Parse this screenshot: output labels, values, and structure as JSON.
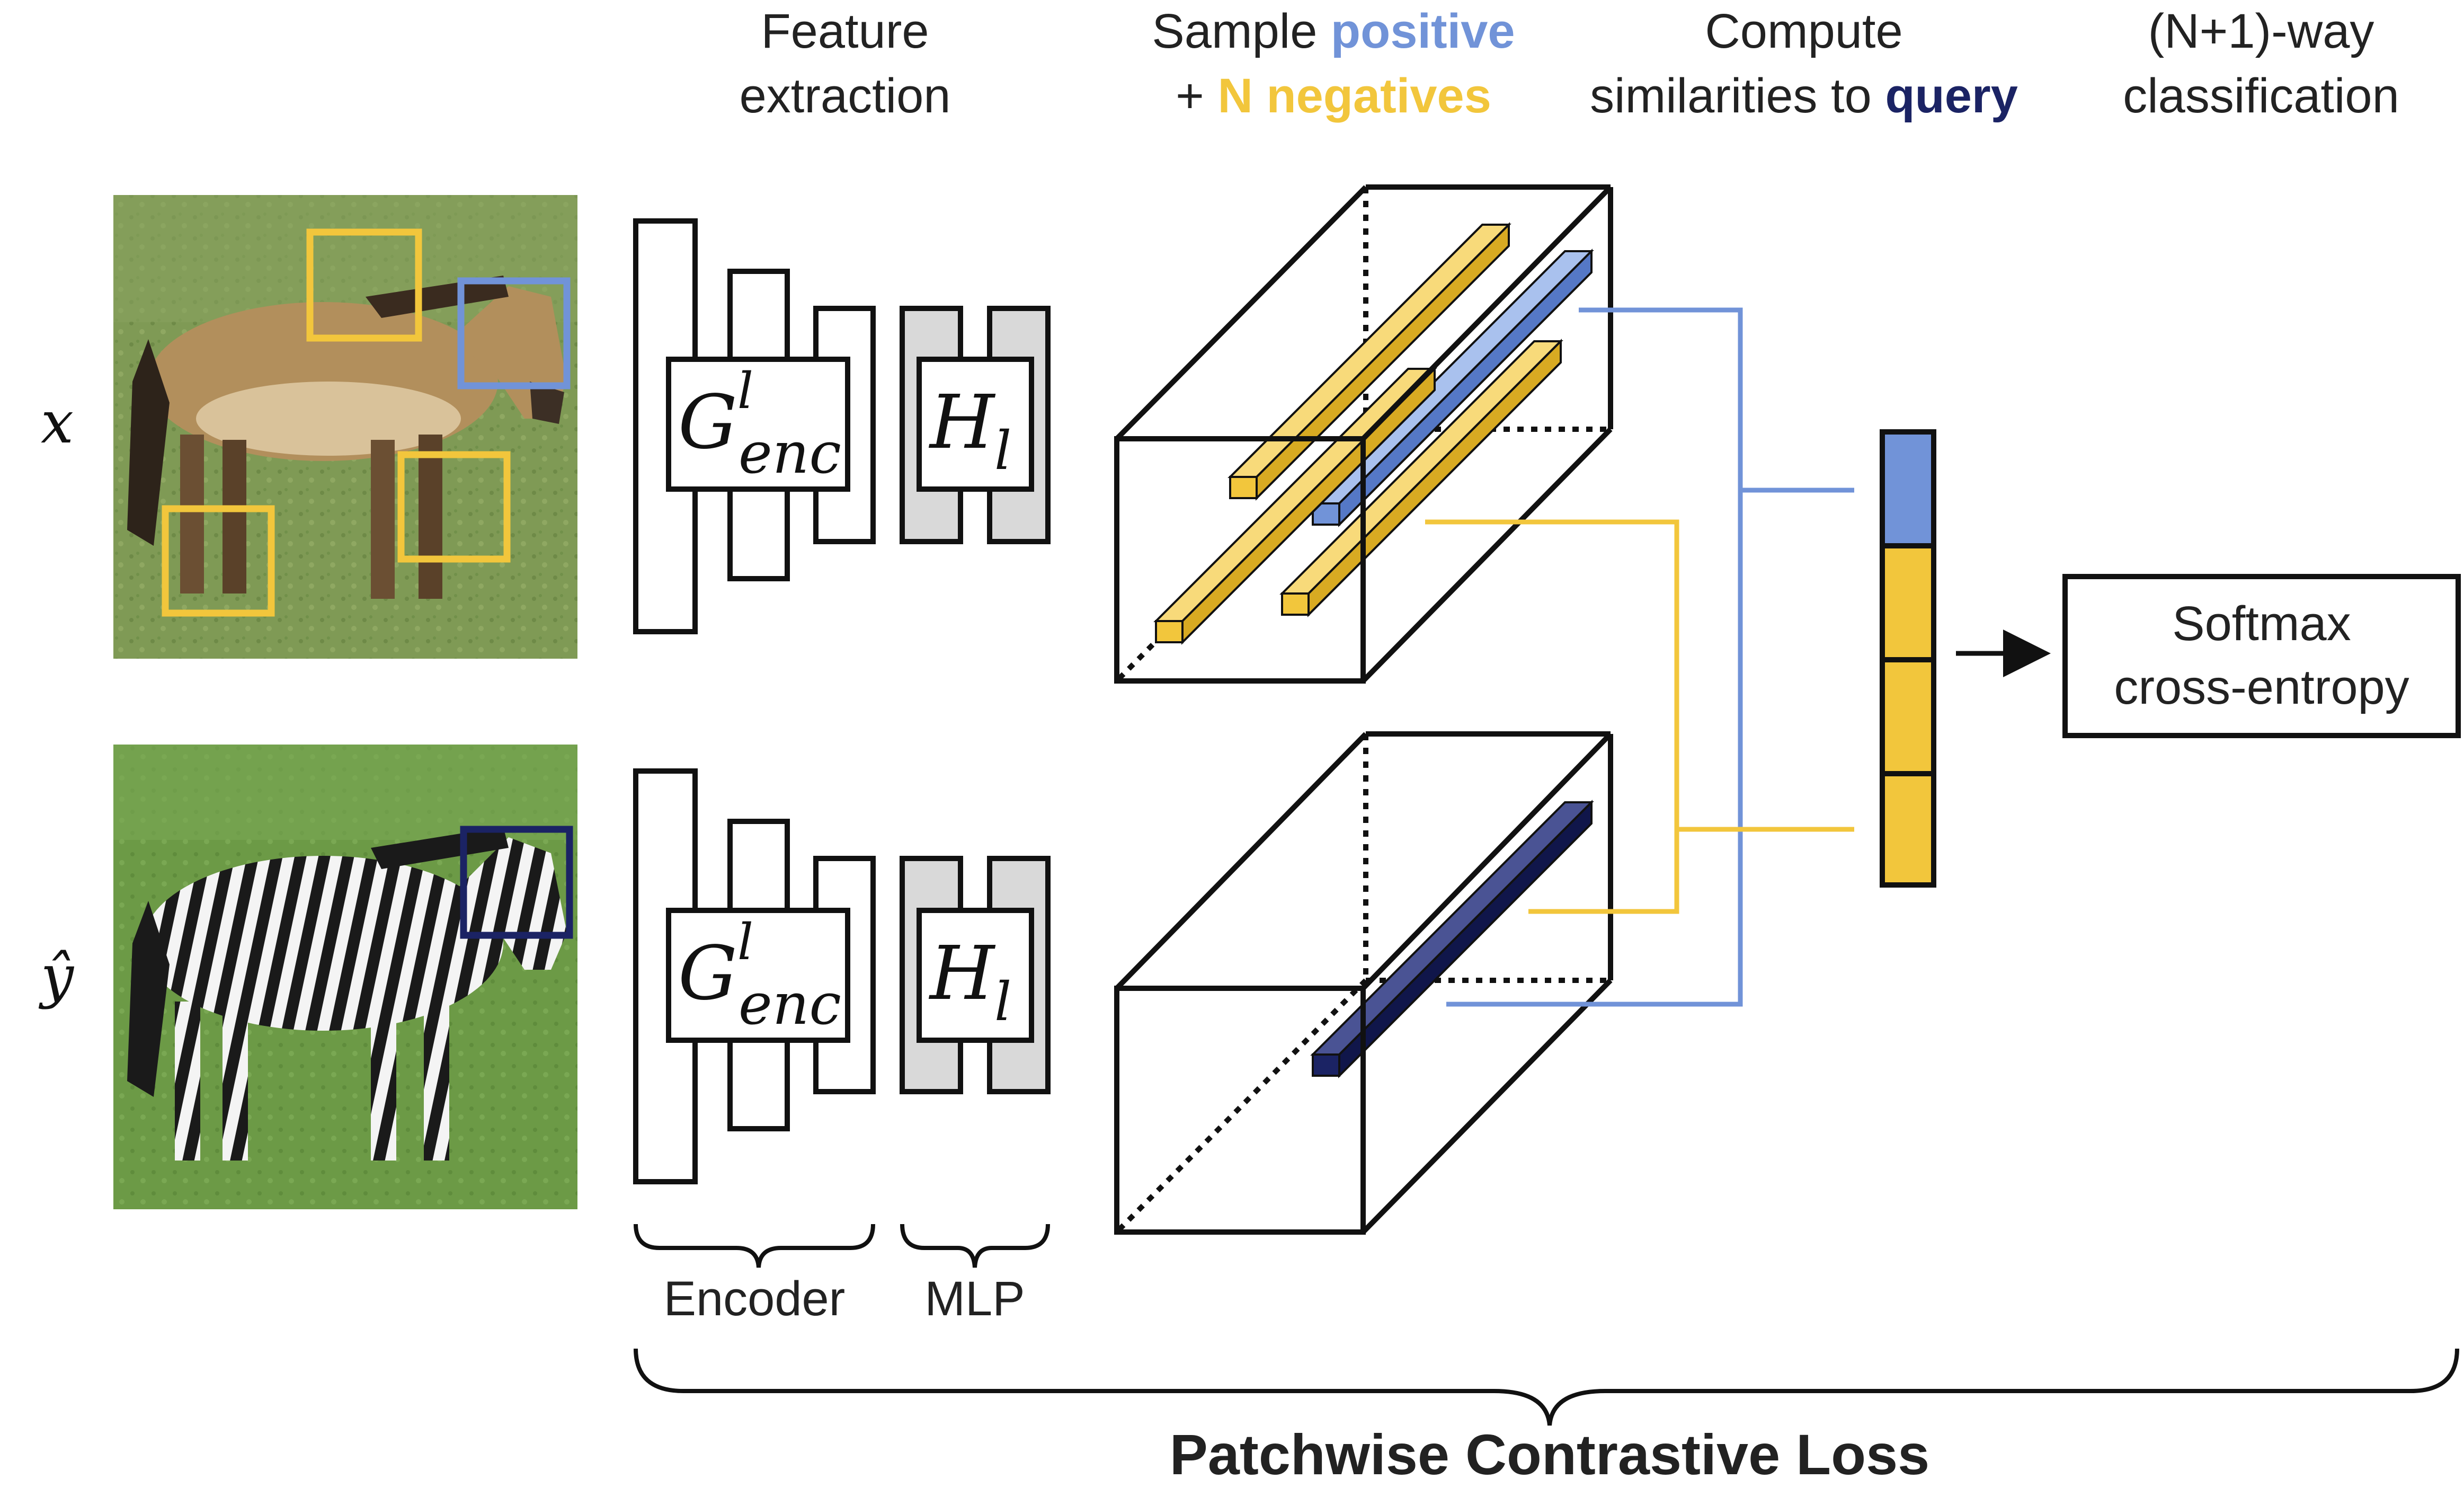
{
  "headers": {
    "feature_extraction": [
      "Feature",
      "extraction"
    ],
    "sample": {
      "line1_prefix": "Sample ",
      "line1_highlight": "positive",
      "line2_prefix": "+ ",
      "line2_highlight": "N negatives"
    },
    "compute": {
      "line1": "Compute",
      "line2_prefix": "similarities to ",
      "line2_highlight": "query"
    },
    "classification": [
      "(N+1)-way",
      "classification"
    ]
  },
  "rows": {
    "top_label": "x",
    "bottom_label": "ŷ"
  },
  "images": {
    "top": "horse",
    "bottom": "zebra"
  },
  "encoder": {
    "symbol": "G",
    "superscript": "l",
    "subscript": "enc"
  },
  "mlp": {
    "symbol": "H",
    "subscript": "l"
  },
  "braces": {
    "encoder": "Encoder",
    "mlp": "MLP"
  },
  "softmax": [
    "Softmax",
    "cross-entropy"
  ],
  "bottom_title": "Patchwise Contrastive Loss",
  "colors": {
    "positive": "#7193d8",
    "negative": "#f2c63c",
    "query": "#1b2364",
    "mlp_fill": "#d9d9d9",
    "stroke": "#111111"
  }
}
